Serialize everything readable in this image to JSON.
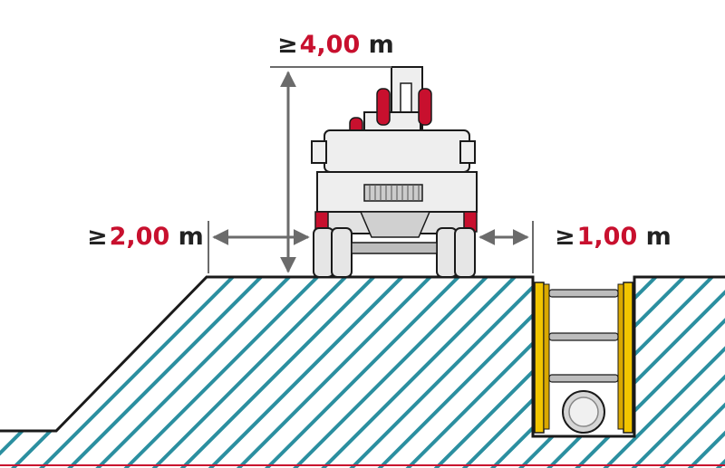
{
  "dimensions": {
    "height_clearance": {
      "symbol": "≥",
      "value": "4,00",
      "unit": "m"
    },
    "slope_distance": {
      "symbol": "≥",
      "value": "2,00",
      "unit": "m"
    },
    "trench_distance": {
      "symbol": "≥",
      "value": "1,00",
      "unit": "m"
    }
  },
  "colors": {
    "hatch": "#2b8fa0",
    "outline": "#1a1a1a",
    "accent_red": "#c8102e",
    "trench_support": "#f2c500",
    "vehicle_body": "#eeeeee"
  },
  "icons": {
    "vehicle": "truck-crane-rear-view-icon",
    "pipe": "pipe-icon",
    "trench_shoring": "trench-shoring-icon"
  }
}
